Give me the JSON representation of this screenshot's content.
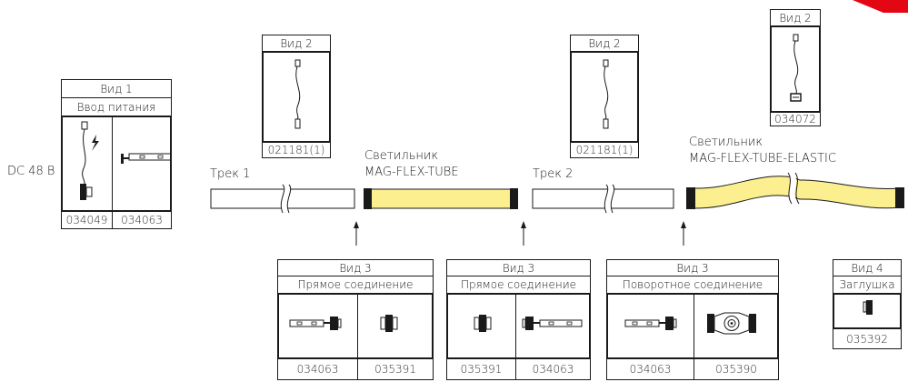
{
  "power_input": {
    "view_label": "Вид 1",
    "subtitle": "Ввод питания",
    "codes": [
      "034049",
      "034063"
    ],
    "voltage_label": "DC 48 В"
  },
  "view2_track1": {
    "view_label": "Вид 2",
    "code": "021181(1)"
  },
  "view2_track2": {
    "view_label": "Вид 2",
    "code": "021181(1)"
  },
  "view2_elastic": {
    "view_label": "Вид 2",
    "code": "034072"
  },
  "track1_label": "Трек 1",
  "track2_label": "Трек 2",
  "lamp1": {
    "line1": "Светильник",
    "line2": "MAG-FLEX-TUBE"
  },
  "lamp2": {
    "line1": "Светильник",
    "line2": "MAG-FLEX-TUBE-ELASTIC"
  },
  "view3_a": {
    "view_label": "Вид 3",
    "subtitle": "Прямое соединение",
    "codes": [
      "034063",
      "035391"
    ]
  },
  "view3_b": {
    "view_label": "Вид 3",
    "subtitle": "Прямое соединение",
    "codes": [
      "035391",
      "034063"
    ]
  },
  "view3_c": {
    "view_label": "Вид 3",
    "subtitle": "Поворотное соединение",
    "codes": [
      "034063",
      "035390"
    ]
  },
  "view4": {
    "view_label": "Вид 4",
    "subtitle": "Заглушка",
    "code": "035392"
  },
  "colors": {
    "lamp_yellow": "#fcef8f",
    "line": "#1a1a1a",
    "brand_red": "#e30613"
  }
}
